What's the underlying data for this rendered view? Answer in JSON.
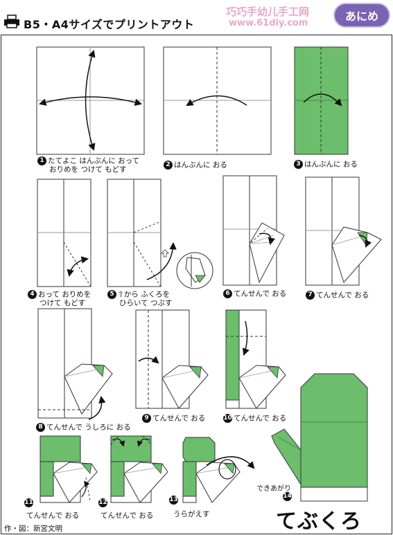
{
  "header": {
    "title": "B5・A4サイズでプリントアウト",
    "site_name": "巧巧手幼儿手工网",
    "site_url": "www.61diy.com",
    "badge": "あにめ"
  },
  "colors": {
    "green": "#6cbe6c",
    "dark_green": "#2e7d32",
    "badge": "#7a64b2",
    "watermark": "#e8a8c8"
  },
  "steps": [
    {
      "num": "1",
      "lines": [
        "たてよこ はんぶんに おって",
        "おりめを つけて もどす"
      ]
    },
    {
      "num": "2",
      "lines": [
        "はんぶんに おる"
      ]
    },
    {
      "num": "3",
      "lines": [
        "はんぶんに おる"
      ]
    },
    {
      "num": "4",
      "lines": [
        "おって おりめを",
        "つけて もどす"
      ]
    },
    {
      "num": "5",
      "lines": [
        "⇧から ふくろを",
        "ひらいて つぶす"
      ]
    },
    {
      "num": "6",
      "lines": [
        "てんせんで おる"
      ]
    },
    {
      "num": "7",
      "lines": [
        "てんせんで おる"
      ]
    },
    {
      "num": "8",
      "lines": [
        "てんせんで うしろに おる"
      ]
    },
    {
      "num": "9",
      "lines": [
        "てんせんで おる"
      ]
    },
    {
      "num": "10",
      "lines": [
        "てんせんで おる"
      ]
    },
    {
      "num": "11",
      "lines": [
        "てんせんで おる"
      ]
    },
    {
      "num": "12",
      "lines": [
        "てんせんで おる"
      ]
    },
    {
      "num": "13",
      "lines": [
        "うらがえす"
      ]
    },
    {
      "num": "14",
      "lines": [
        "できあがり"
      ]
    }
  ],
  "result_title": "てぶくろ",
  "credit": "作・図：新宮文明"
}
